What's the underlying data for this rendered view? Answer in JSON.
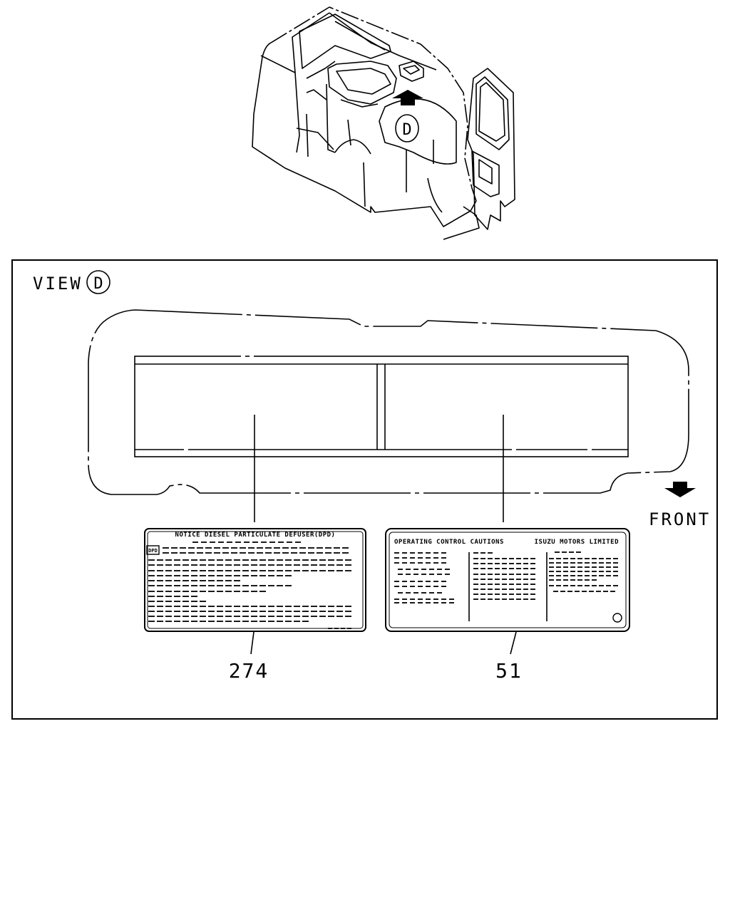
{
  "view_label": {
    "prefix": "VIEW",
    "letter": "D"
  },
  "callout_letter": "D",
  "front_label": "FRONT",
  "label_274": {
    "title": "NOTICE DIESEL PARTICULATE DEFUSER(DPD)",
    "badge": "DPD",
    "part_number": "274"
  },
  "label_51": {
    "title": "OPERATING CONTROL CAUTIONS",
    "maker": "ISUZU MOTORS LIMITED",
    "part_number": "51"
  }
}
